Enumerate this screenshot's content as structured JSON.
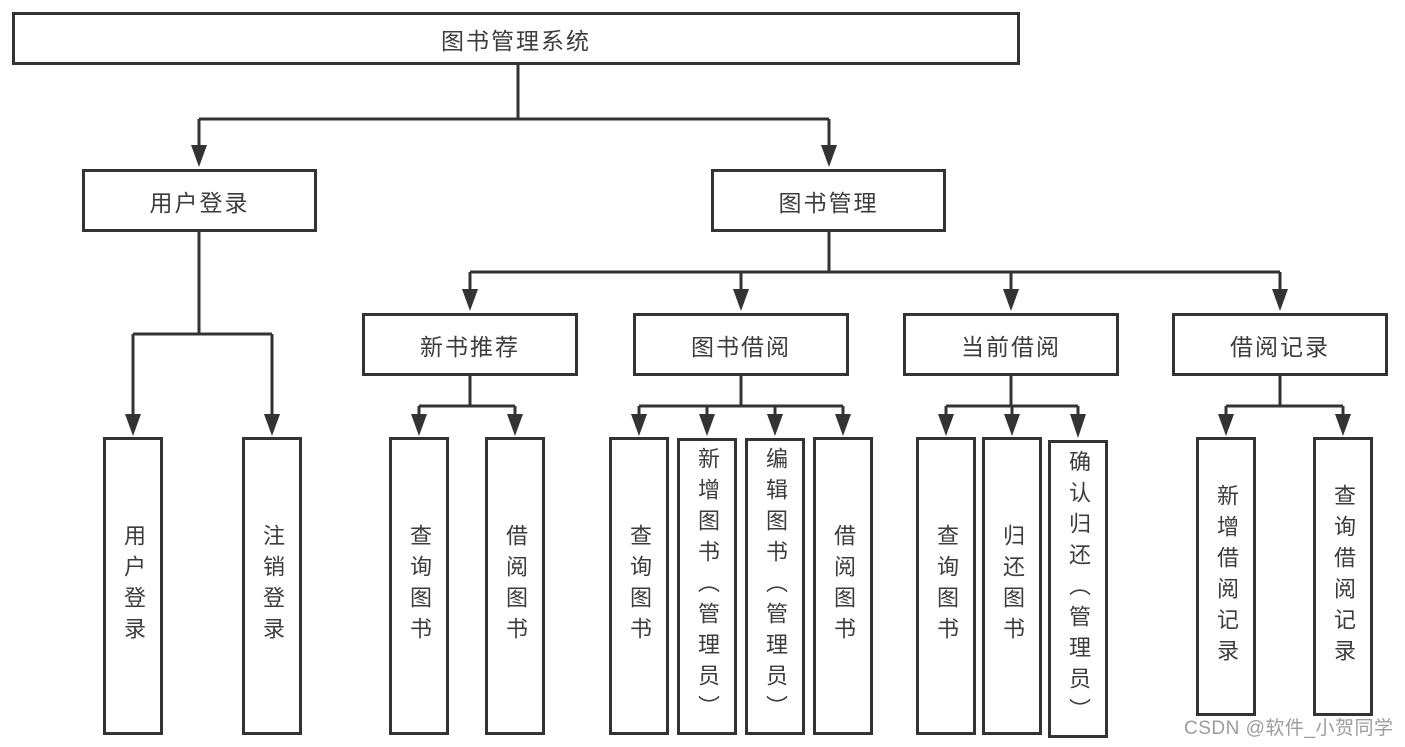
{
  "nodes": {
    "root": {
      "label": "图书管理系统"
    },
    "user_login": {
      "label": "用户登录"
    },
    "book_management": {
      "label": "图书管理"
    },
    "new_book_recommend": {
      "label": "新书推荐"
    },
    "book_borrowing": {
      "label": "图书借阅"
    },
    "current_borrowing": {
      "label": "当前借阅"
    },
    "borrowing_records": {
      "label": "借阅记录"
    },
    "login": {
      "label": "用户登录"
    },
    "logout": {
      "label": "注销登录"
    },
    "recommend_query_books": {
      "label": "查询图书"
    },
    "recommend_borrow_books": {
      "label": "借阅图书"
    },
    "borrowing_query_books": {
      "label": "查询图书"
    },
    "borrowing_add_books": {
      "label": "新增图书（管理员）"
    },
    "borrowing_edit_books": {
      "label": "编辑图书（管理员）"
    },
    "borrowing_borrow_books": {
      "label": "借阅图书"
    },
    "current_query_books": {
      "label": "查询图书"
    },
    "current_return_books": {
      "label": "归还图书"
    },
    "current_confirm_return": {
      "label": "确认归还（管理员）"
    },
    "records_add_record": {
      "label": "新增借阅记录"
    },
    "records_query_record": {
      "label": "查询借阅记录"
    }
  },
  "hierarchy": {
    "图书管理系统": {
      "用户登录": [
        "用户登录",
        "注销登录"
      ],
      "图书管理": {
        "新书推荐": [
          "查询图书",
          "借阅图书"
        ],
        "图书借阅": [
          "查询图书",
          "新增图书（管理员）",
          "编辑图书（管理员）",
          "借阅图书"
        ],
        "当前借阅": [
          "查询图书",
          "归还图书",
          "确认归还（管理员）"
        ],
        "借阅记录": [
          "新增借阅记录",
          "查询借阅记录"
        ]
      }
    }
  },
  "watermark": {
    "text": "CSDN @软件_小贺同学"
  },
  "colors": {
    "line": "#333333",
    "text": "#3c3c3c",
    "watermark": "#9c9c9c",
    "background": "#ffffff"
  }
}
